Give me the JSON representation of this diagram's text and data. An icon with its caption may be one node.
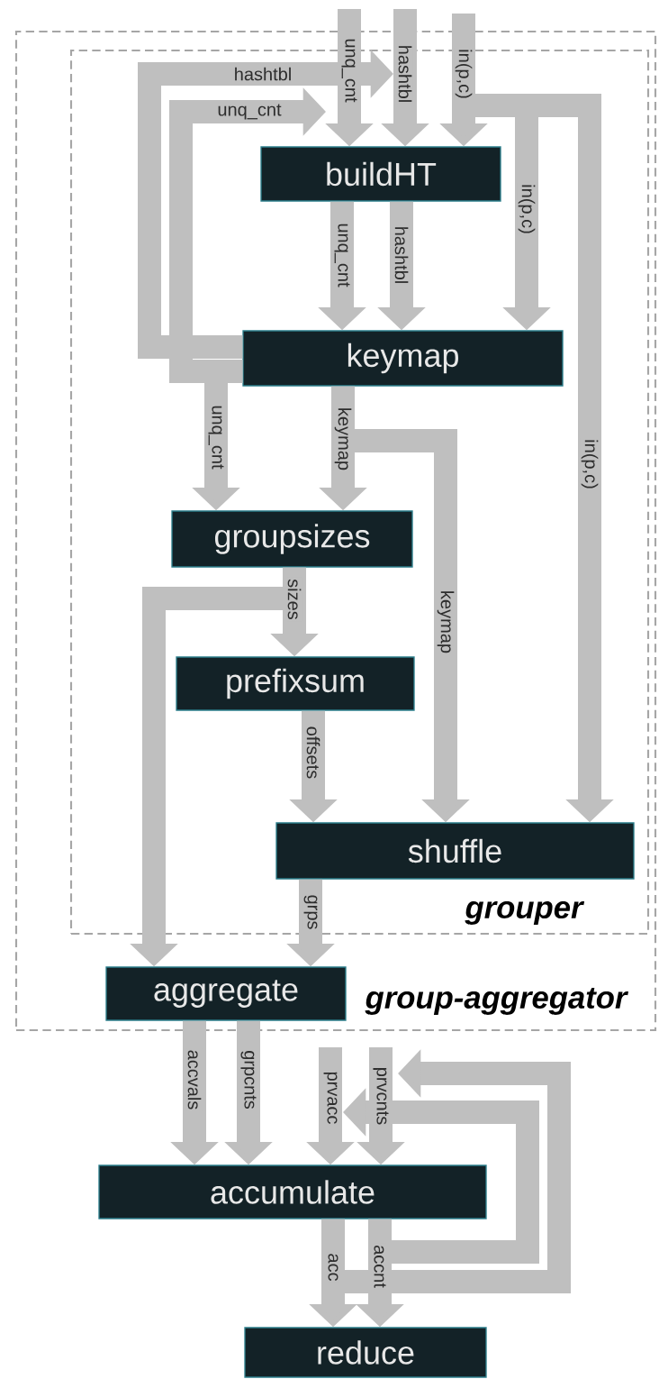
{
  "diagram": {
    "nodes": [
      {
        "text": [
          "group-aggregator"
        ]
      },
      {
        "text": [
          "grouper"
        ],
        "in": 0
      },
      {
        "text": [
          "buildHT"
        ],
        "in": 1
      },
      {
        "text": [
          "keymap"
        ],
        "in": 1
      },
      {
        "text": [
          "groupsizes"
        ],
        "in": 1
      },
      {
        "text": [
          "prefixsum"
        ],
        "in": 1
      },
      {
        "text": [
          "shuffle"
        ],
        "in": 1
      },
      {
        "text": [
          "aggregate"
        ],
        "in": 0
      },
      {
        "text": [
          "accumulate"
        ]
      },
      {
        "text": [
          "reduce"
        ]
      }
    ],
    "edges": [
      {
        "from": null,
        "to": 2,
        "arrow": "to",
        "label": "unq_cnt"
      },
      {
        "from": null,
        "to": 2,
        "arrow": "to",
        "label": "hashtbl"
      },
      {
        "from": null,
        "to": 2,
        "arrow": "to",
        "label": "in(p,c)"
      },
      {
        "from": null,
        "to": 3,
        "arrow": "to",
        "label": "in(p,c)"
      },
      {
        "from": null,
        "to": 6,
        "arrow": "to",
        "label": "in(p,c)"
      },
      {
        "from": 3,
        "to": null,
        "arrow": "to",
        "label": "hashtbl"
      },
      {
        "from": 3,
        "to": null,
        "arrow": "to",
        "label": "unq_cnt"
      },
      {
        "from": 2,
        "to": 3,
        "arrow": "to",
        "label": "unq_cnt"
      },
      {
        "from": 2,
        "to": 3,
        "arrow": "to",
        "label": "hashtbl"
      },
      {
        "from": 3,
        "to": 4,
        "arrow": "to",
        "label": "unq_cnt"
      },
      {
        "from": 3,
        "to": 4,
        "arrow": "to",
        "label": "keymap"
      },
      {
        "from": 3,
        "to": 6,
        "arrow": "to",
        "label": "keymap"
      },
      {
        "from": 4,
        "to": 5,
        "arrow": "to",
        "label": "sizes"
      },
      {
        "from": 4,
        "to": 7,
        "arrow": "to"
      },
      {
        "from": 5,
        "to": 6,
        "arrow": "to",
        "label": "offsets"
      },
      {
        "from": 6,
        "to": 7,
        "arrow": "to",
        "label": "grps"
      },
      {
        "from": 7,
        "to": 8,
        "arrow": "to",
        "label": "accvals"
      },
      {
        "from": 7,
        "to": 8,
        "arrow": "to",
        "label": "grpcnts"
      },
      {
        "from": null,
        "to": 8,
        "arrow": "to",
        "label": "prvacc"
      },
      {
        "from": null,
        "to": 8,
        "arrow": "to",
        "label": "prvcnts"
      },
      {
        "from": 8,
        "to": 9,
        "arrow": "to",
        "label": "acc"
      },
      {
        "from": 8,
        "to": 9,
        "arrow": "to",
        "label": "accnt"
      },
      {
        "from": 8,
        "to": null,
        "arrow": "to"
      },
      {
        "from": 8,
        "to": null,
        "arrow": "to"
      }
    ]
  }
}
